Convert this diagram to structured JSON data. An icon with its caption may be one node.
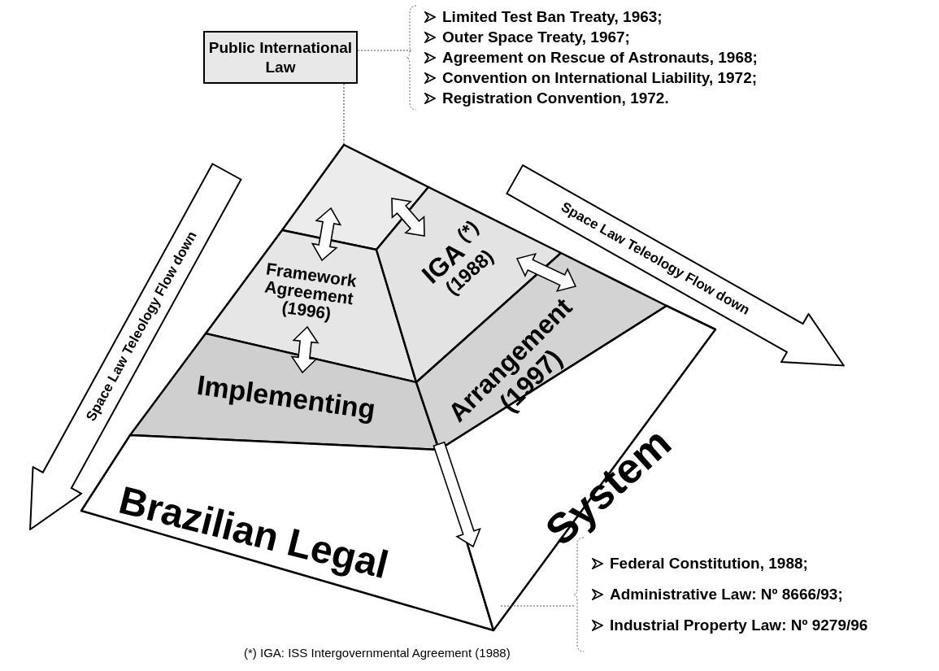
{
  "diagram": {
    "nodes": [
      {
        "text": [
          "Public International Law"
        ]
      },
      {
        "text": [
          "Limited Test Ban Treaty, 1963;",
          "Outer Space Treaty, 1967;",
          "Agreement on Rescue of Astronauts, 1968;",
          "Convention on International Liability, 1972;",
          "Registration Convention, 1972."
        ]
      },
      {
        "text": [],
        "shape": "triangle"
      },
      {
        "text": [
          "Framework Agreement (1996)"
        ]
      },
      {
        "text": [
          "IGA $^{(*)}$",
          "(1988)"
        ]
      },
      {
        "text": [
          "Implementing"
        ]
      },
      {
        "text": [
          "Arrangement (1997)"
        ]
      },
      {
        "text": [
          "Brazilian Legal"
        ]
      },
      {
        "text": [
          "System"
        ]
      },
      {
        "text": [
          "Federal Constitution, 1988;",
          "Administrative Law: Nº 8666/93;",
          "Industrial Property Law: Nº 9279/96"
        ]
      },
      {
        "text": [
          "Space Law Teleology Flow down"
        ]
      },
      {
        "text": [
          "Space Law Teleology Flow down"
        ]
      }
    ],
    "edges": [
      {
        "from": 1,
        "to": 0,
        "arrow": "none",
        "style": "dashed"
      },
      {
        "from": 0,
        "to": 2,
        "arrow": "none",
        "style": "dashed"
      },
      {
        "from": 2,
        "to": 3,
        "arrow": "both"
      },
      {
        "from": 2,
        "to": 4,
        "arrow": "both"
      },
      {
        "from": 3,
        "to": 5,
        "arrow": "both"
      },
      {
        "from": 4,
        "to": 6,
        "arrow": "both"
      },
      {
        "from": 6,
        "to": 7,
        "arrow": "to"
      },
      {
        "from": 9,
        "to": 8,
        "arrow": "none",
        "style": "dashed"
      }
    ],
    "labels": [
      "(*) IGA: ISS Intergovernmental Agreement (1988)"
    ]
  }
}
